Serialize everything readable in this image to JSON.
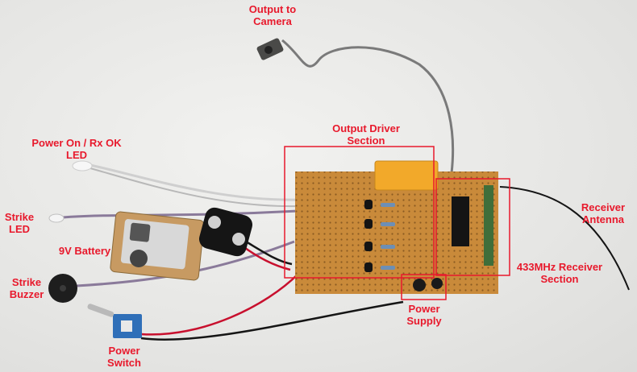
{
  "labels": {
    "output_camera": [
      "Output to",
      "Camera"
    ],
    "output_driver": [
      "Output Driver",
      "Section"
    ],
    "power_led": [
      "Power On / Rx OK",
      "LED"
    ],
    "strike_led": [
      "Strike",
      "LED"
    ],
    "battery": "9V Battery",
    "strike_buzzer": [
      "Strike",
      "Buzzer"
    ],
    "power_switch": [
      "Power",
      "Switch"
    ],
    "power_supply": [
      "Power",
      "Supply"
    ],
    "receiver_antenna": [
      "Receiver",
      "Antenna"
    ],
    "receiver_section": [
      "433MHz Receiver",
      "Section"
    ]
  },
  "colors": {
    "label": "#e8192c",
    "box": "#e8192c",
    "board": "#c98a3a",
    "relay": "#f2a92a",
    "background": "#e9e9e7"
  }
}
